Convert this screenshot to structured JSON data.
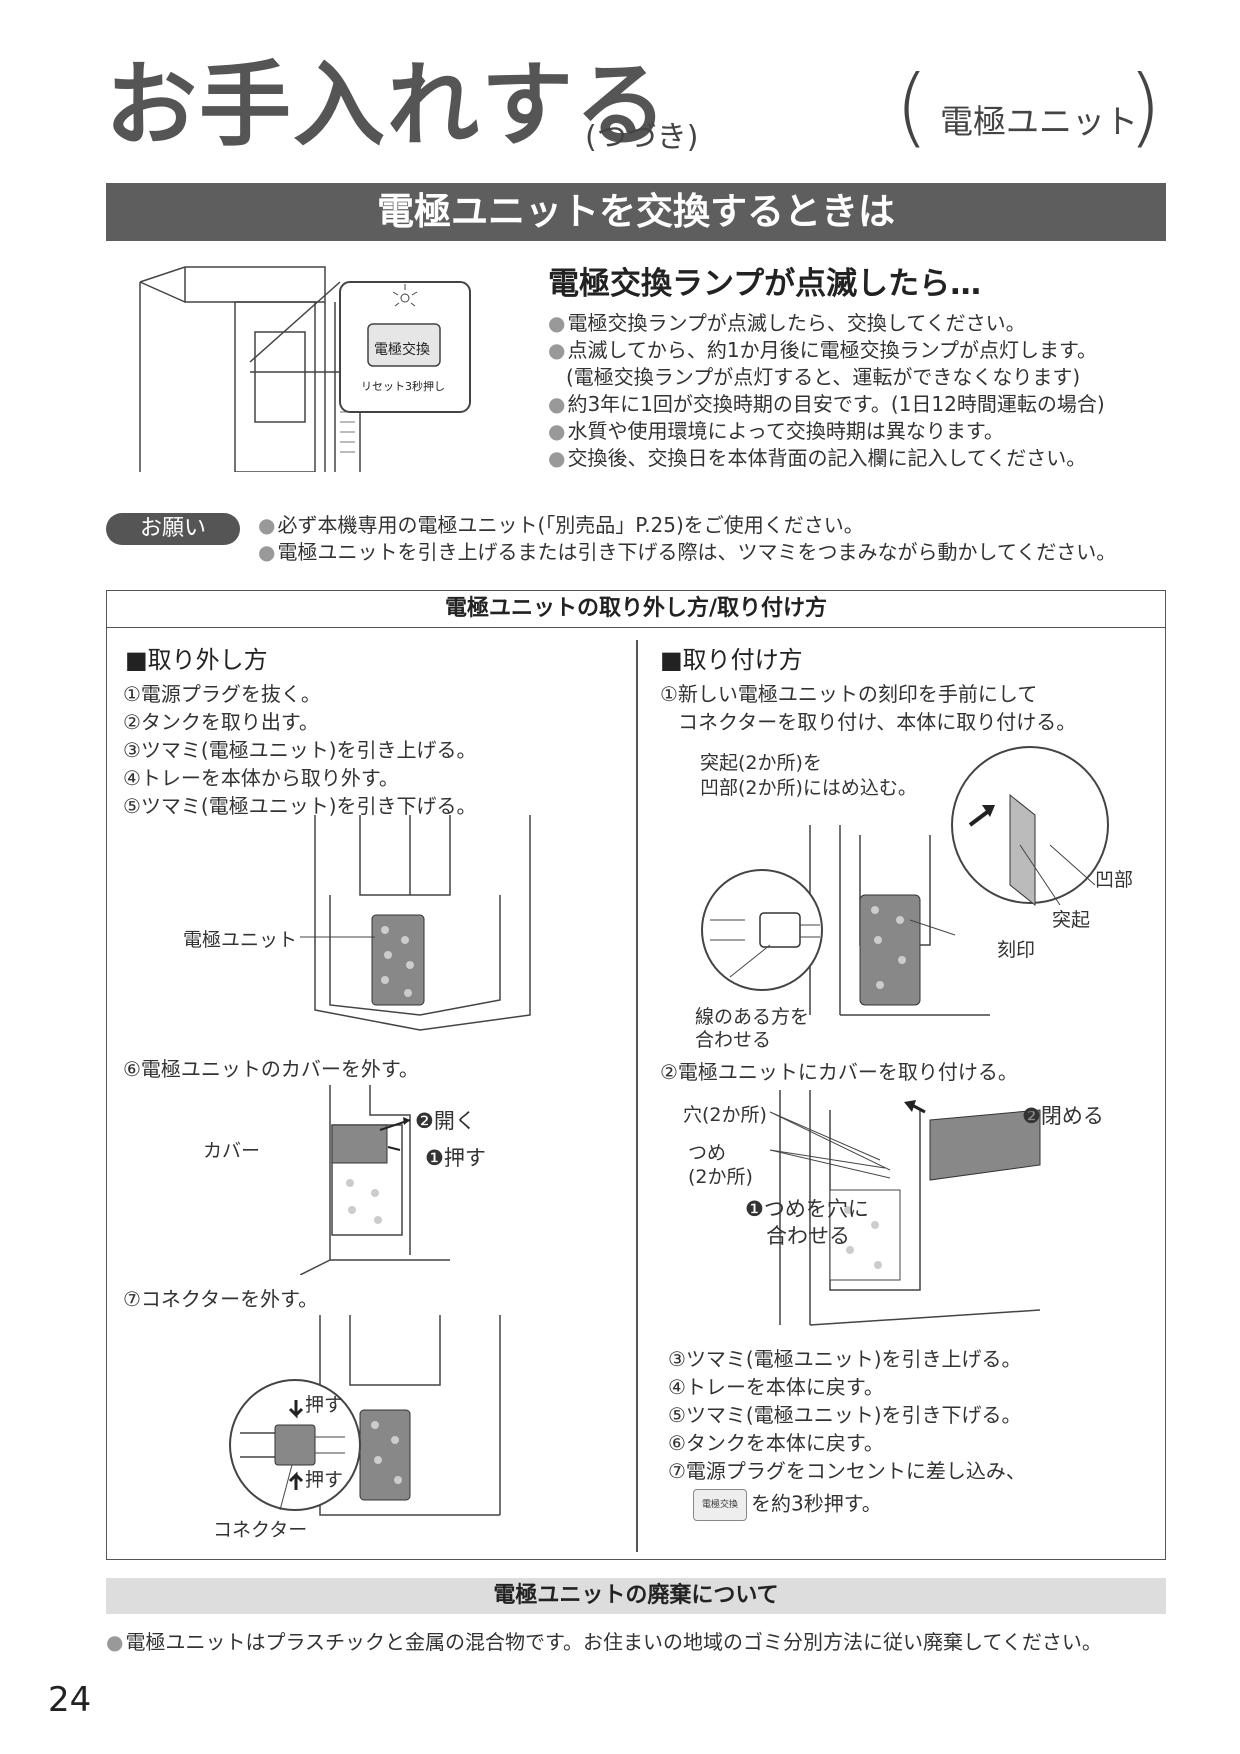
{
  "header": {
    "title": "お手入れする",
    "title_sub": "(つづき)",
    "paren_label": "電極ユニット"
  },
  "section_title": "電極ユニットを交換するときは",
  "lamp_panel": {
    "button_label": "電極交換",
    "reset_label": "リセット3秒押し"
  },
  "lamp": {
    "title": "電極交換ランプが点滅したら…",
    "bullets": [
      "電極交換ランプが点滅したら、交換してください。",
      "点滅してから、約1か月後に電極交換ランプが点灯します。",
      "(電極交換ランプが点灯すると、運転ができなくなります)",
      "約3年に1回が交換時期の目安です。(1日12時間運転の場合)",
      "水質や使用環境によって交換時期は異なります。",
      "交換後、交換日を本体背面の記入欄に記入してください。"
    ]
  },
  "request": {
    "badge": "お願い",
    "items": [
      "必ず本機専用の電極ユニット(「別売品」P.25)をご使用ください。",
      "電極ユニットを引き上げるまたは引き下げる際は、ツマミをつまみながら動かしてください。"
    ]
  },
  "procedure": {
    "heading": "電極ユニットの取り外し方/取り付け方",
    "remove": {
      "title": "■取り外し方",
      "steps": [
        "①電源プラグを抜く。",
        "②タンクを取り出す。",
        "③ツマミ(電極ユニット)を引き上げる。",
        "④トレーを本体から取り外す。",
        "⑤ツマミ(電極ユニット)を引き下げる。"
      ],
      "label_unit": "電極ユニット",
      "step6": "⑥電極ユニットのカバーを外す。",
      "label_cover": "カバー",
      "label_open": "❷開く",
      "label_push": "❶押す",
      "step7": "⑦コネクターを外す。",
      "label_push_top": "押す",
      "label_push_bottom": "押す",
      "label_connector": "コネクター"
    },
    "attach": {
      "title": "■取り付け方",
      "steps": [
        "①新しい電極ユニットの刻印を手前にして",
        "  コネクターを取り付け、本体に取り付ける。"
      ],
      "label_fit_1": "突起(2か所)を",
      "label_fit_2": "凹部(2か所)にはめ込む。",
      "label_recess": "凹部",
      "label_protrusion": "突起",
      "label_stamp": "刻印",
      "label_line_1": "線のある方を",
      "label_line_2": "合わせる",
      "step2": "②電極ユニットにカバーを取り付ける。",
      "label_hole": "穴(2か所)",
      "label_claw_1": "つめ",
      "label_claw_2": "(2か所)",
      "label_align_1": "❶つめを穴に",
      "label_align_2": "合わせる",
      "label_close": "❷閉める",
      "steps_after": [
        "③ツマミ(電極ユニット)を引き上げる。",
        "④トレーを本体に戻す。",
        "⑤ツマミ(電極ユニット)を引き下げる。",
        "⑥タンクを本体に戻す。",
        "⑦電源プラグをコンセントに差し込み、"
      ],
      "final_button": "電極交換",
      "final_text": "を約3秒押す。"
    }
  },
  "disposal": {
    "heading": "電極ユニットの廃棄について",
    "text": "電極ユニットはプラスチックと金属の混合物です。お住まいの地域のゴミ分別方法に従い廃棄してください。"
  },
  "page_number": "24"
}
